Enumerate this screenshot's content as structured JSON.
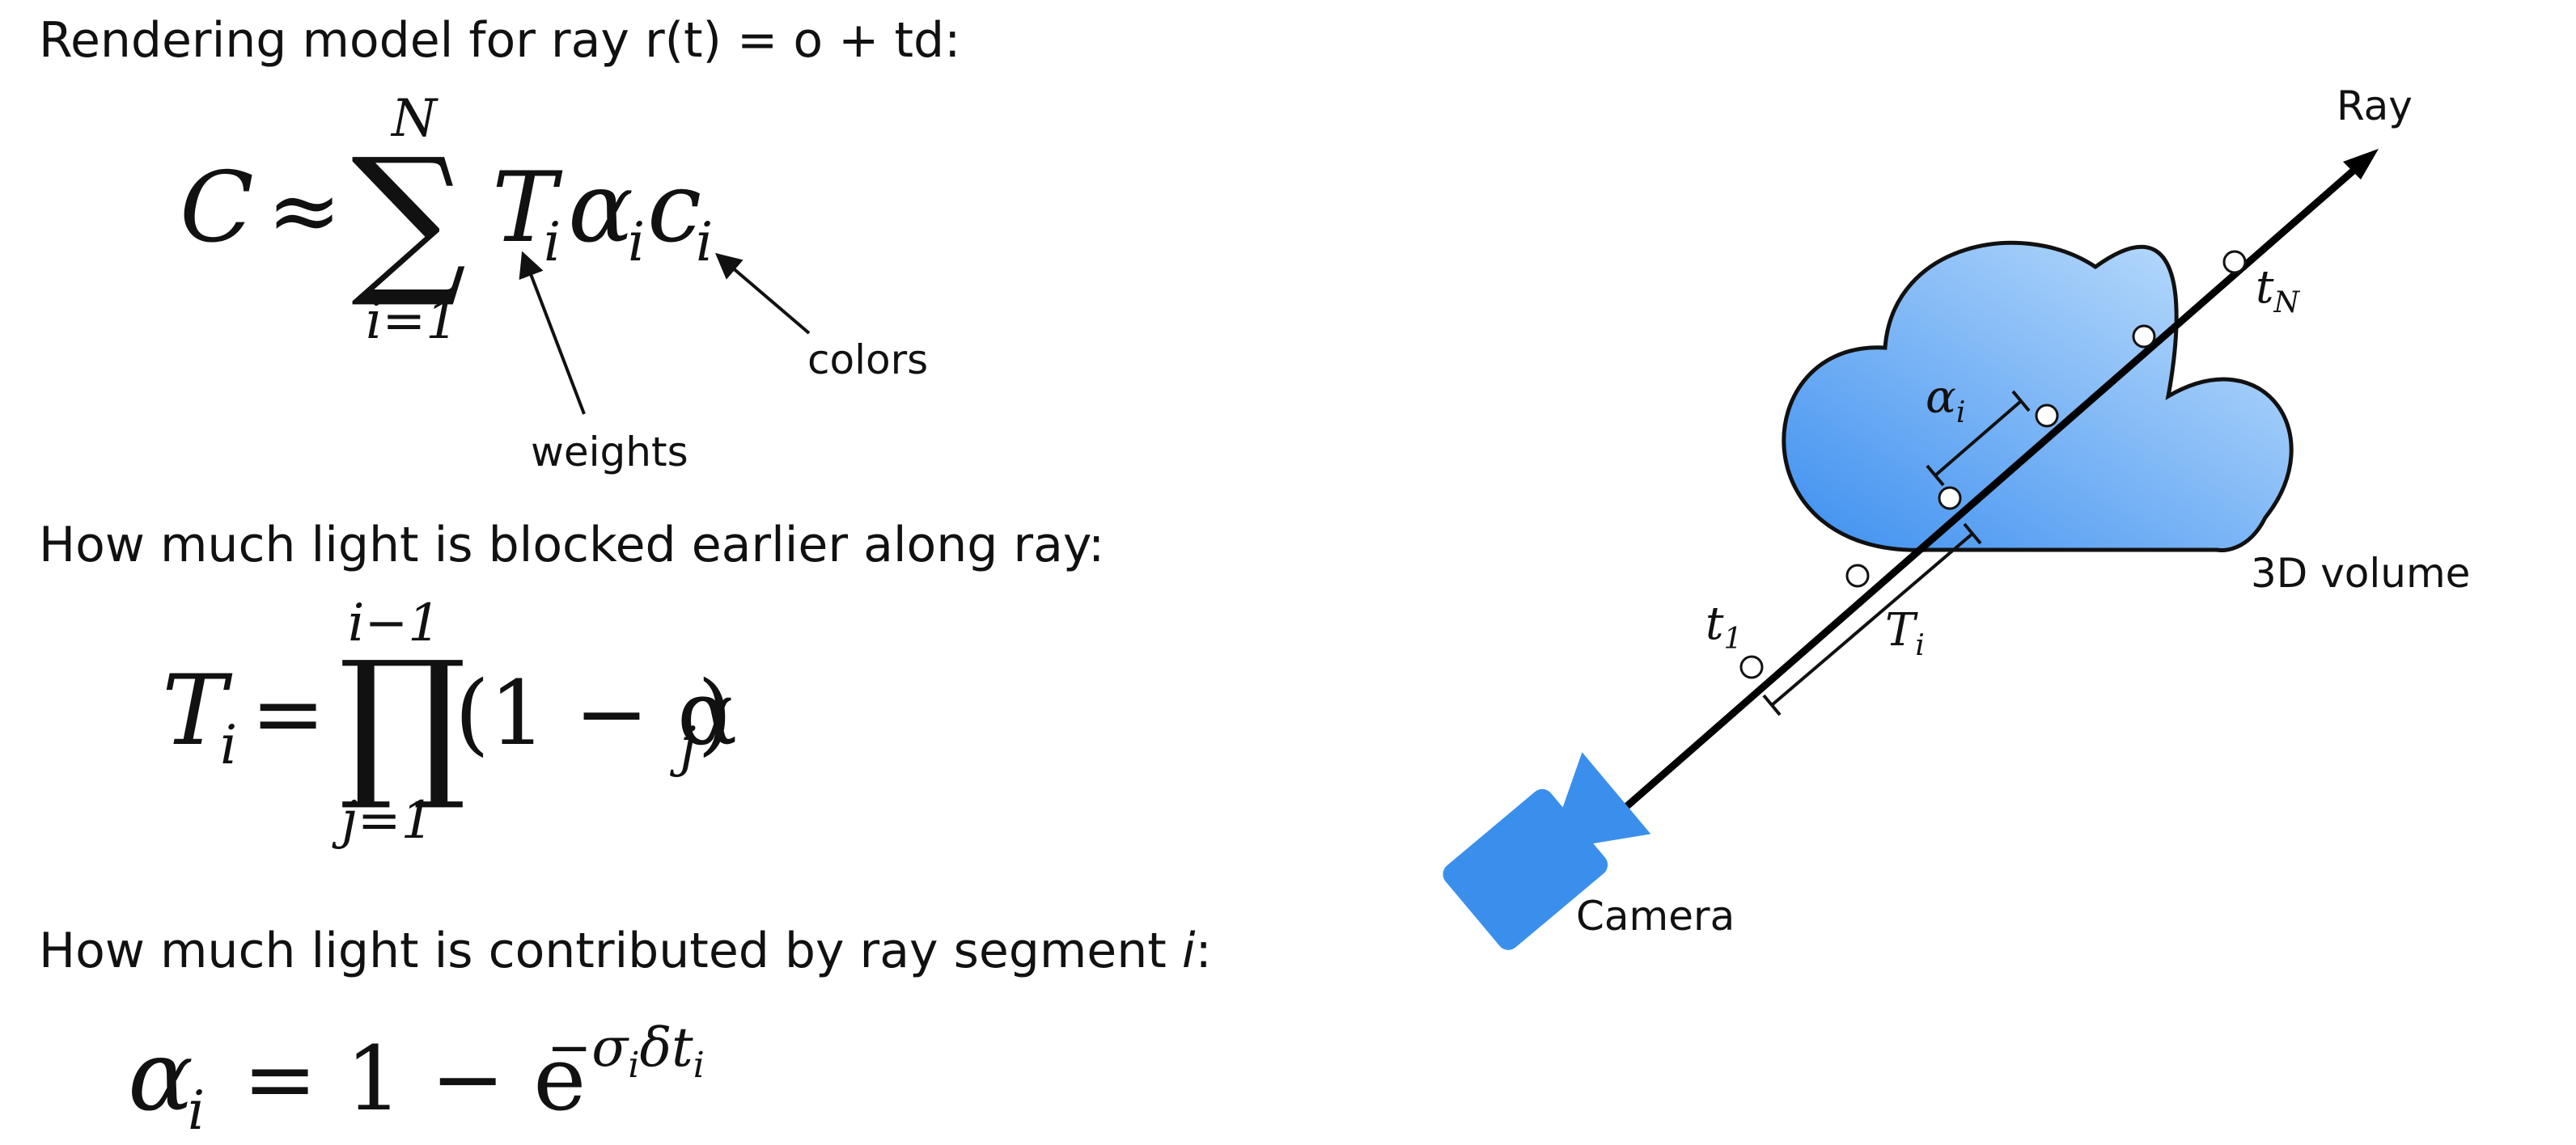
{
  "left_panel": {
    "heading_rendering_model": "Rendering model for ray r(t) = o + td:",
    "eq_color": {
      "lhs": "C",
      "approx": "≈",
      "sum_symbol": "∑",
      "upper_limit": "N",
      "lower_limit": "i=1",
      "T": "T",
      "alpha": "α",
      "c": "c",
      "subscript": "i"
    },
    "annotation_weights": "weights",
    "annotation_colors": "colors",
    "heading_transmittance": "How much light is blocked earlier along ray:",
    "eq_transmittance": {
      "T": "T",
      "T_sub": "i",
      "equals": "=",
      "prod_symbol": "∏",
      "upper_limit": "i−1",
      "lower_limit": "j=1",
      "body": "(1 − α",
      "body_sub": "j",
      "body_close": ")"
    },
    "heading_contribution_prefix": "How much light is contributed by ray segment ",
    "heading_contribution_var": "i",
    "heading_contribution_suffix": ":",
    "eq_alpha": {
      "alpha": "α",
      "alpha_sub": "i",
      "rhs": "= 1 − e",
      "exponent": "−σ",
      "exponent_sub1": "i",
      "exponent_mid": "δt",
      "exponent_sub2": "i"
    }
  },
  "diagram": {
    "ray_label": "Ray",
    "volume_label": "3D volume",
    "camera_label": "Camera",
    "t1": {
      "base": "t",
      "sub": "1"
    },
    "tN": {
      "base": "t",
      "sub": "N"
    },
    "alpha_i": {
      "base": "α",
      "sub": "i"
    },
    "T_i": {
      "base": "T",
      "sub": "i"
    }
  },
  "colors": {
    "cloud_light": "#b9dcfb",
    "cloud_dark": "#3d8ff0",
    "camera": "#3a8fec",
    "ray": "#000000"
  }
}
